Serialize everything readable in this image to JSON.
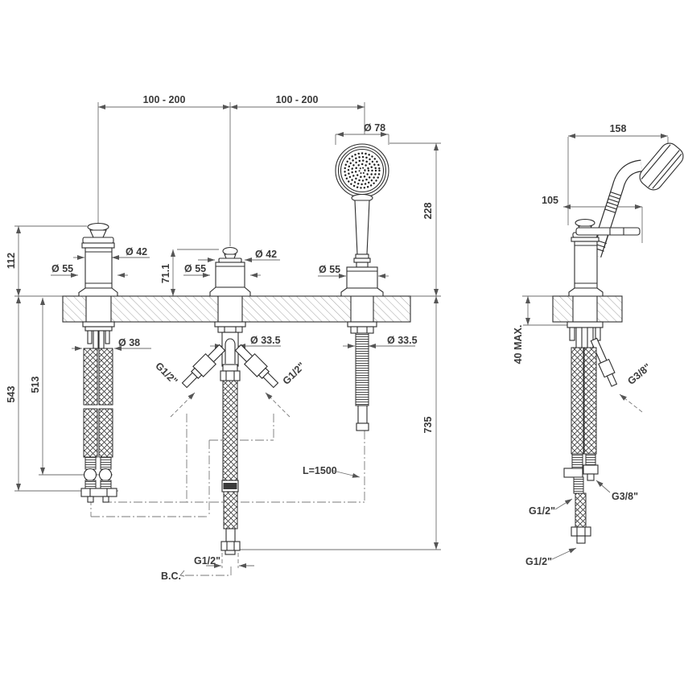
{
  "front": {
    "span_left": "100 - 200",
    "span_right": "100 - 200",
    "dia_head": "Ø 78",
    "h_handle": "112",
    "h_total_below": "543",
    "h_hose_below": "513",
    "dia_handle_top_left": "Ø 42",
    "dia_handle_base_left": "Ø 55",
    "h_center": "71.1",
    "dia_center_top": "Ø 42",
    "dia_center_base": "Ø 55",
    "dia_column_base": "Ø 55",
    "h_head": "228",
    "h_below_total": "735",
    "dia_hose_left": "Ø 38",
    "dia_hose_center": "Ø 33.5",
    "dia_hose_column": "Ø 33.5",
    "thread_inlet_left": "G1/2\"",
    "thread_inlet_right": "G1/2\"",
    "hose_length": "L=1500",
    "thread_outlet": "G1/2\"",
    "note_bc": "B.C."
  },
  "side": {
    "depth_total": "158",
    "offset_head": "105",
    "deck_max": "40 MAX.",
    "thread_supply_angled": "G3/8\"",
    "thread_supply_end": "G3/8\"",
    "thread_hose_mid": "G1/2\"",
    "thread_hose_end": "G1/2\""
  },
  "colors": {
    "line": "#2d2d2d",
    "dimension": "#6e6e6e",
    "text": "#3a3a3a",
    "background": "#ffffff"
  }
}
